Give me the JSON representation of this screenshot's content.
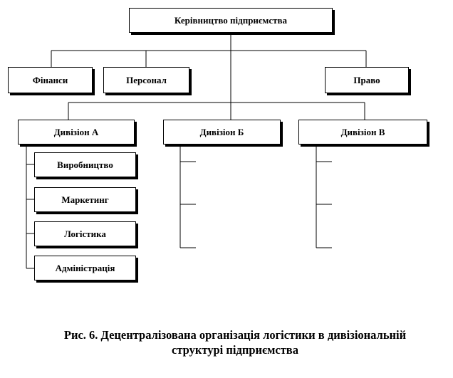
{
  "diagram": {
    "root": "Керівництво підприємства",
    "staff": [
      "Фінанси",
      "Персонал",
      "Право"
    ],
    "divisions": [
      "Дивізіон А",
      "Дивізіон Б",
      "Дивізіон В"
    ],
    "division_a_units": [
      "Виробництво",
      "Маркетинг",
      "Логістика",
      "Адміністрація"
    ]
  },
  "caption": {
    "line1": "Рис. 6. Децентралізована організація логістики в дивізіональній",
    "line2": "структурі підприємства"
  }
}
